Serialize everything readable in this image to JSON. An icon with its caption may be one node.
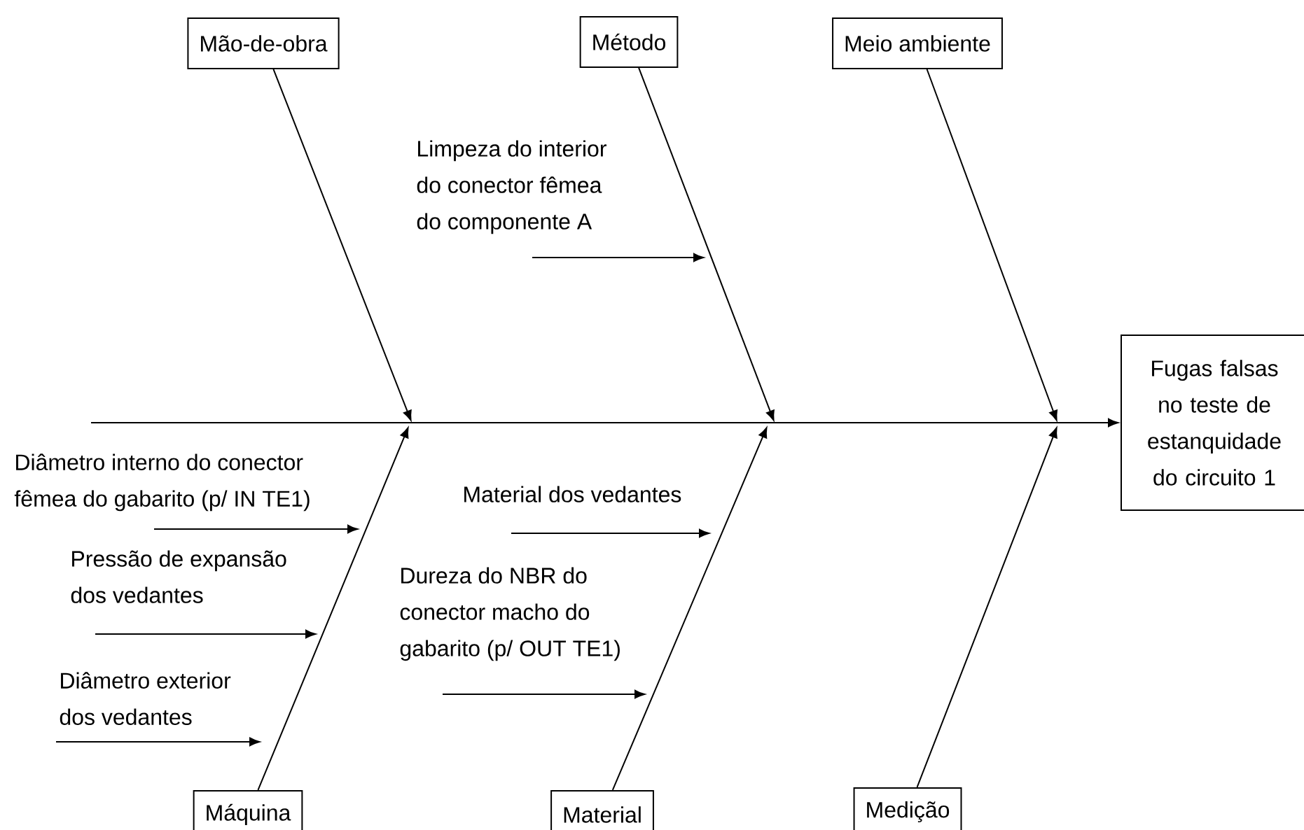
{
  "diagram": {
    "nodes": [
      {
        "text": [
          "Mão-de-obra"
        ]
      },
      {
        "text": [
          "Método"
        ]
      },
      {
        "text": [
          "Meio ambiente"
        ]
      },
      {
        "text": [
          "Fugas falsas no teste de estanquidade do circuito 1"
        ]
      },
      {
        "text": [
          "Limpeza do interior do conector fêmea do componente A"
        ]
      },
      {
        "text": [
          "Diâmetro interno do conector fêmea do gabarito (p/ IN TE1)"
        ]
      },
      {
        "text": [
          "Pressão de expansão dos vedantes"
        ]
      },
      {
        "text": [
          "Diâmetro exterior dos vedantes"
        ]
      },
      {
        "text": [
          "Material dos vedantes"
        ]
      },
      {
        "text": [
          "Dureza do NBR do conector macho do gabarito (p/ OUT TE1)"
        ]
      },
      {
        "text": [
          "Máquina"
        ]
      },
      {
        "text": [
          "Material"
        ]
      },
      {
        "text": [
          "Medição"
        ]
      }
    ],
    "edges": [
      {
        "from": null,
        "to": 3,
        "arrow": "to"
      },
      {
        "from": 0,
        "to": null,
        "arrow": "to"
      },
      {
        "from": 1,
        "to": null,
        "arrow": "to"
      },
      {
        "from": 2,
        "to": null,
        "arrow": "to"
      },
      {
        "from": 10,
        "to": null,
        "arrow": "to"
      },
      {
        "from": 11,
        "to": null,
        "arrow": "to"
      },
      {
        "from": 12,
        "to": null,
        "arrow": "to"
      },
      {
        "from": 4,
        "to": null,
        "arrow": "to"
      },
      {
        "from": 5,
        "to": null,
        "arrow": "to"
      },
      {
        "from": 6,
        "to": null,
        "arrow": "to"
      },
      {
        "from": 7,
        "to": null,
        "arrow": "to"
      },
      {
        "from": 8,
        "to": null,
        "arrow": "to"
      },
      {
        "from": 9,
        "to": null,
        "arrow": "to"
      }
    ]
  }
}
